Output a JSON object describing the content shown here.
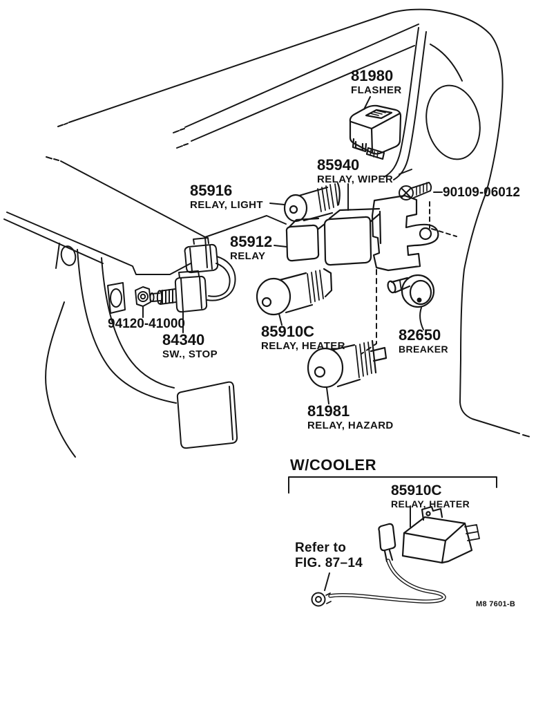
{
  "figure_code": "M8 7601-B",
  "parts": [
    {
      "id": "81980",
      "name": "FLASHER"
    },
    {
      "id": "85940",
      "name": "RELAY, WIPER"
    },
    {
      "id": "85916",
      "name": "RELAY, LIGHT"
    },
    {
      "id": "90109-06012",
      "name": ""
    },
    {
      "id": "85912",
      "name": "RELAY"
    },
    {
      "id": "94120-41000",
      "name": ""
    },
    {
      "id": "84340",
      "name": "SW., STOP"
    },
    {
      "id": "85910C",
      "name": "RELAY, HEATER"
    },
    {
      "id": "82650",
      "name": "BREAKER"
    },
    {
      "id": "81981",
      "name": "RELAY, HAZARD"
    }
  ],
  "inset": {
    "title": "W/COOLER",
    "part": {
      "id": "85910C",
      "name": "RELAY, HEATER"
    },
    "note": [
      "Refer to",
      "FIG. 87–14"
    ]
  }
}
